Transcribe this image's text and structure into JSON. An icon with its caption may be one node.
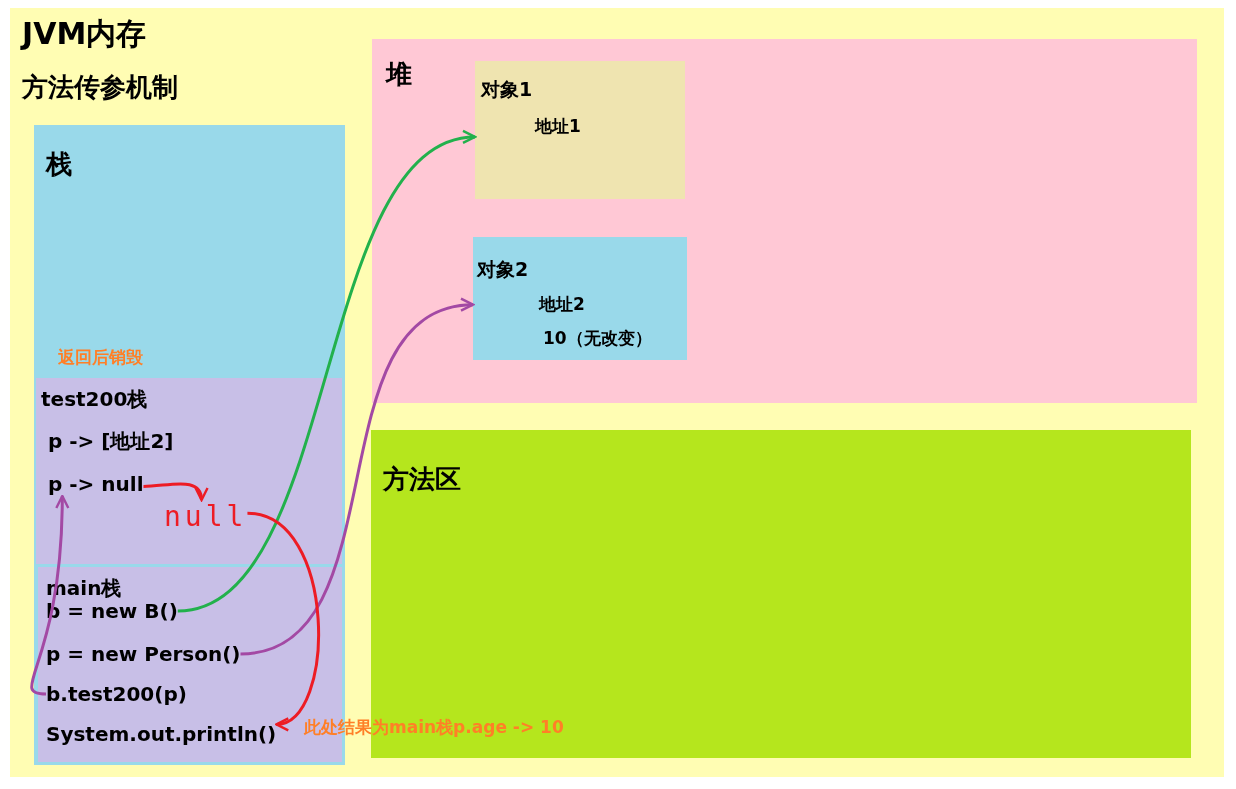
{
  "diagram": {
    "nodes": [
      {
        "text": [
          "JVM内存",
          "方法传参机制"
        ]
      },
      {
        "text": [
          "栈"
        ],
        "in": 0
      },
      {
        "text": [
          "test200栈"
        ],
        "in": 1
      },
      {
        "text": [
          "p -> [地址2]"
        ],
        "in": 2
      },
      {
        "text": [
          "p -> null"
        ],
        "in": 2
      },
      {
        "text": [
          "null"
        ],
        "in": 2
      },
      {
        "text": [
          "main栈"
        ],
        "in": 1
      },
      {
        "text": [
          "b = new B()"
        ],
        "in": 6
      },
      {
        "text": [
          "p = new Person()"
        ],
        "in": 6
      },
      {
        "text": [
          "b.test200(p)"
        ],
        "in": 6
      },
      {
        "text": [
          "System.out.println()"
        ],
        "in": 6
      },
      {
        "text": [
          "堆"
        ],
        "in": 0
      },
      {
        "text": [
          "对象1",
          "地址1"
        ],
        "in": 11
      },
      {
        "text": [
          "对象2",
          "地址2",
          "10（无改变）"
        ],
        "in": 11
      },
      {
        "text": [
          "方法区"
        ],
        "in": 0
      }
    ],
    "edges": [
      {
        "from": 7,
        "to": 12,
        "arrow": "to",
        "color": "#22b14c"
      },
      {
        "from": 8,
        "to": 13,
        "arrow": "to",
        "color": "#a349a4"
      },
      {
        "from": 9,
        "to": 4,
        "arrow": "to",
        "color": "#a349a4"
      },
      {
        "from": 4,
        "to": 5,
        "arrow": "to",
        "color": "#ed1c24"
      },
      {
        "from": 5,
        "to": 10,
        "arrow": "to",
        "color": "#ed1c24"
      }
    ],
    "labels": [
      "返回后销毁",
      "此处结果为main栈p.age -> 10"
    ]
  }
}
